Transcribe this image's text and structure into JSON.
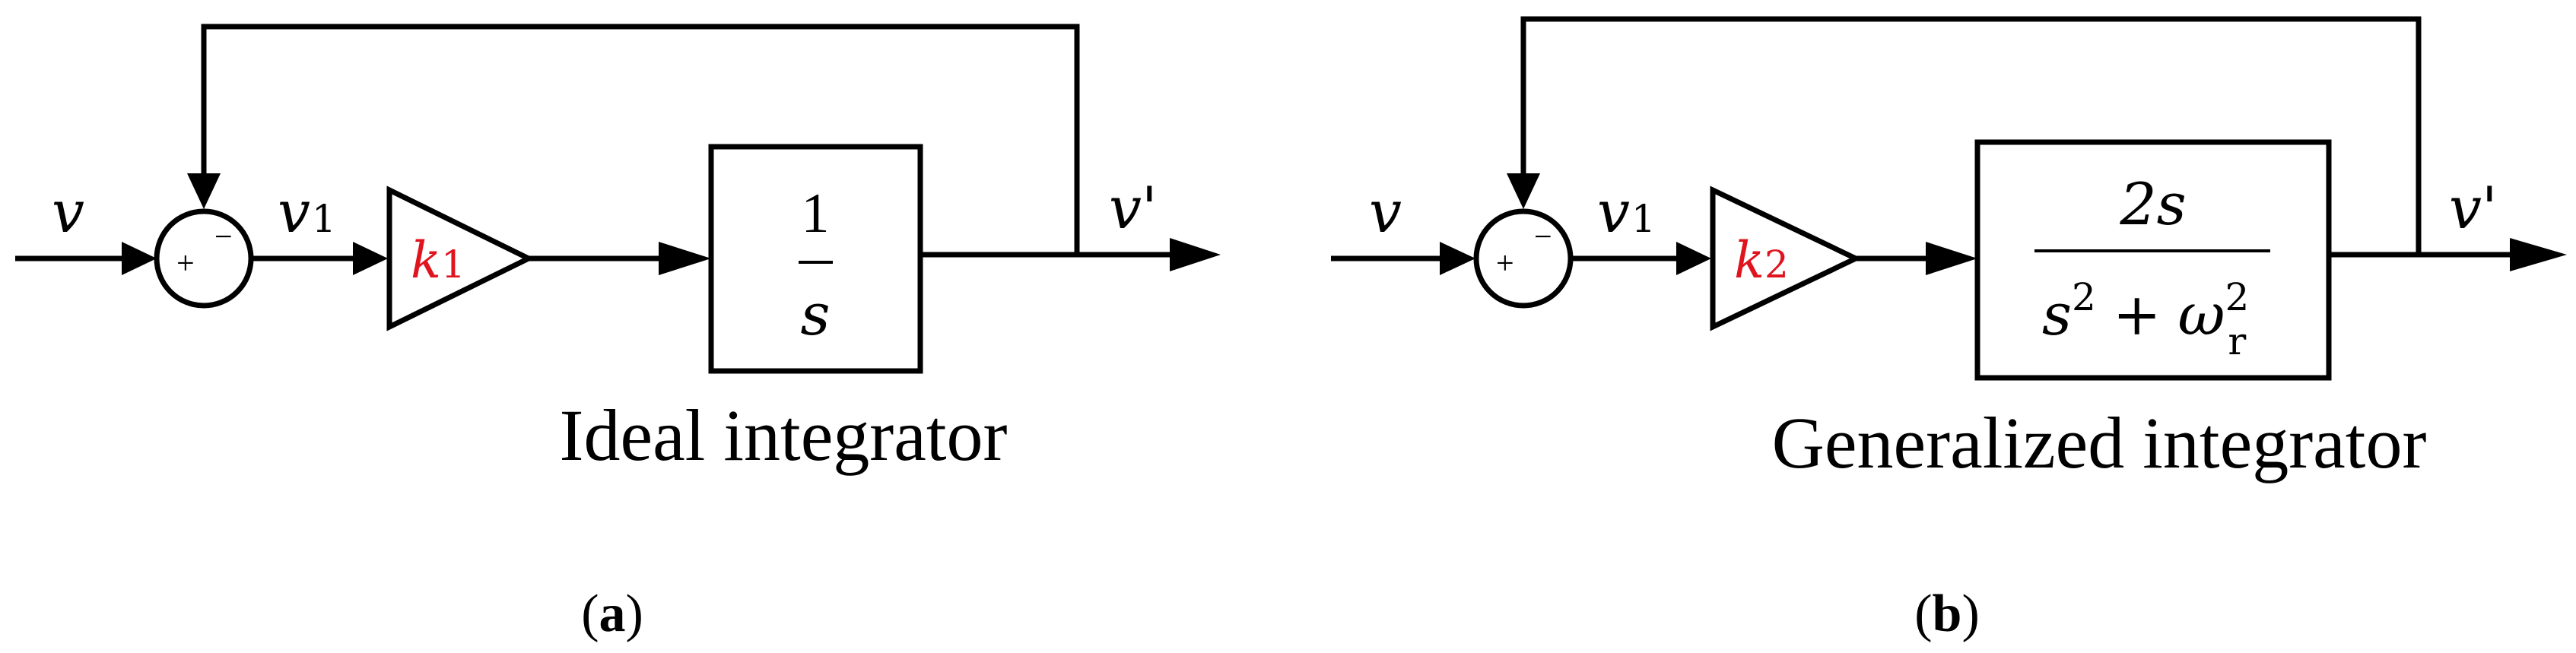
{
  "colors": {
    "gain": "#e0141e",
    "line": "#000000"
  },
  "panel_a": {
    "input_label": "v",
    "error_var": "v",
    "error_sub": "1",
    "sum_plus": "+",
    "sum_minus": "−",
    "gain_var": "k",
    "gain_sub": "1",
    "tf_num": "1",
    "tf_den": "s",
    "output_label": "v'",
    "caption": "Ideal integrator",
    "label_open": "(",
    "label_letter": "a",
    "label_close": ")"
  },
  "panel_b": {
    "input_label": "v",
    "error_var": "v",
    "error_sub": "1",
    "sum_plus": "+",
    "sum_minus": "−",
    "gain_var": "k",
    "gain_sub": "2",
    "tf_num": "2s",
    "tf_den_s": "s",
    "tf_den_exp": "2",
    "tf_den_plus": "+",
    "tf_den_omega": "ω",
    "tf_den_omega_sub": "r",
    "tf_den_omega_exp": "2",
    "output_label": "v'",
    "caption": "Generalized integrator",
    "label_open": "(",
    "label_letter": "b",
    "label_close": ")"
  }
}
